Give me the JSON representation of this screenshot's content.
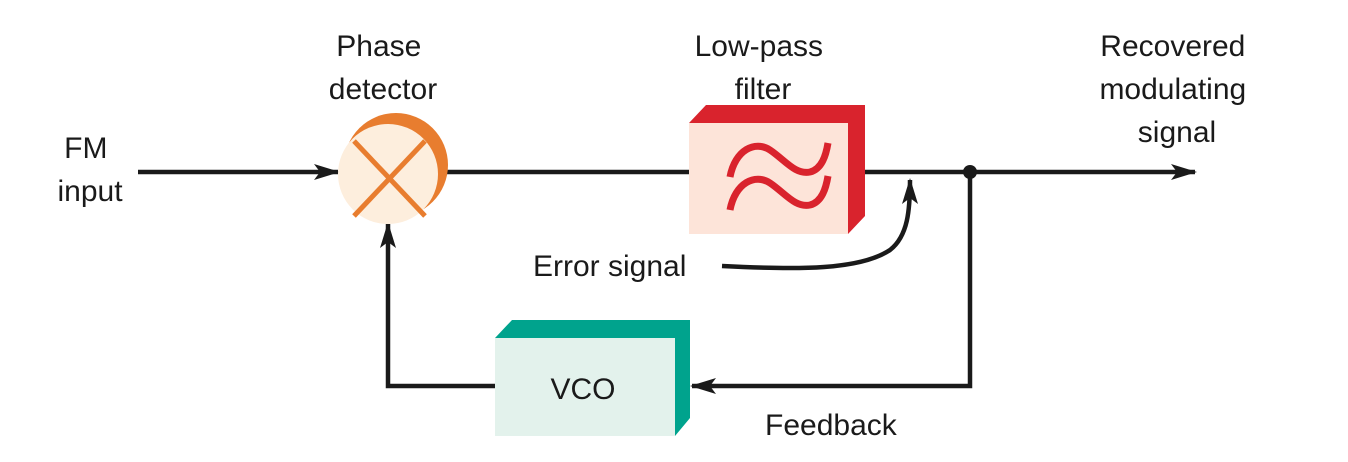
{
  "labels": {
    "fm_input": [
      "FM",
      "input"
    ],
    "phase_detector": [
      "Phase",
      "detector"
    ],
    "low_pass_filter": [
      "Low-pass",
      "filter"
    ],
    "recovered": [
      "Recovered",
      "modulating",
      "signal"
    ],
    "error_signal": "Error signal",
    "vco": "VCO",
    "feedback": "Feedback"
  },
  "colors": {
    "phase_detector_fill": "#FDEEDD",
    "phase_detector_accent": "#E87D2F",
    "lpf_fill": "#FDE4D9",
    "lpf_accent": "#D9232D",
    "vco_fill": "#E3F2EC",
    "vco_accent": "#00A38D",
    "line": "#1a1a1a"
  },
  "icons": {
    "phase_detector": "multiply-cross-icon",
    "low_pass_filter": "approx-equal-icon"
  }
}
